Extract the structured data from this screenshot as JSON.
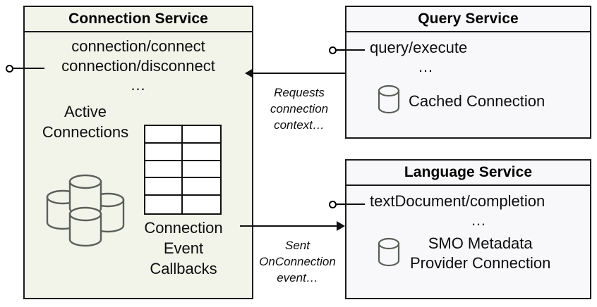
{
  "diagram": {
    "title": "Connection Service interaction diagram",
    "background": "#ffffff",
    "colors": {
      "connection_service_fill": "#f2f4ea",
      "service_fill": "#f8f8fa",
      "stroke": "#1a1a1a",
      "cylinder_stroke": "#5a5f57"
    }
  },
  "connection_service": {
    "title": "Connection Service",
    "endpoints": [
      "connection/connect",
      "connection/disconnect"
    ],
    "ellipsis": "…",
    "active_connections_label_line1": "Active",
    "active_connections_label_line2": "Connections",
    "active_connections_icon": "database-stack-icon",
    "callbacks_label_line1": "Connection",
    "callbacks_label_line2": "Event",
    "callbacks_label_line3": "Callbacks",
    "callbacks_icon": "table-grid-icon",
    "table_rows": 5,
    "table_cols": 2,
    "lollipop": "provided-interface-lollipop"
  },
  "query_service": {
    "title": "Query Service",
    "endpoints": [
      "query/execute"
    ],
    "ellipsis": "…",
    "resource_label": "Cached Connection",
    "resource_icon": "database-cylinder-icon",
    "lollipop": "provided-interface-lollipop"
  },
  "language_service": {
    "title": "Language Service",
    "endpoints": [
      "textDocument/completion"
    ],
    "ellipsis": "…",
    "resource_label_line1": "SMO Metadata",
    "resource_label_line2": "Provider Connection",
    "resource_icon": "database-cylinder-icon",
    "lollipop": "provided-interface-lollipop"
  },
  "arrows": {
    "query_to_connection": {
      "label_line1": "Requests",
      "label_line2": "connection",
      "label_line3": "context…",
      "direction": "left"
    },
    "connection_to_language": {
      "label_line1": "Sent",
      "label_line2": "OnConnection",
      "label_line3": "event…",
      "direction": "right"
    }
  }
}
